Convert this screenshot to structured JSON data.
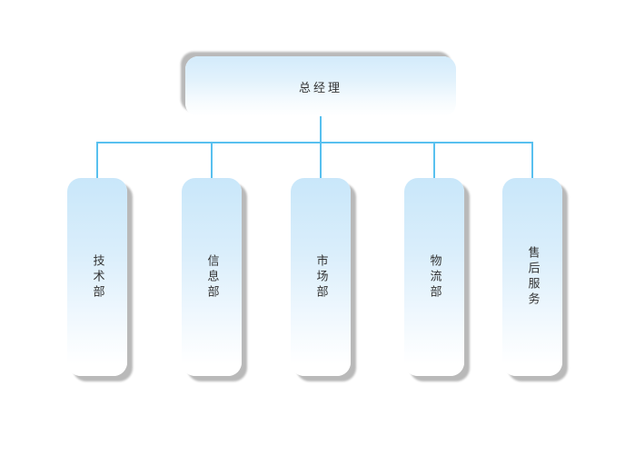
{
  "diagram": {
    "type": "org-chart",
    "root": {
      "label": "总经理"
    },
    "children": [
      {
        "label": "技术部"
      },
      {
        "label": "信息部"
      },
      {
        "label": "市场部"
      },
      {
        "label": "物流部"
      },
      {
        "label": "售后服务"
      }
    ],
    "colors": {
      "connector": "#58c0ef",
      "node_fill_top": "#c9e7fa",
      "node_fill_bottom": "#ffffff",
      "shadow": "#b9b9b9",
      "text": "#333333",
      "background": "#ffffff"
    }
  }
}
